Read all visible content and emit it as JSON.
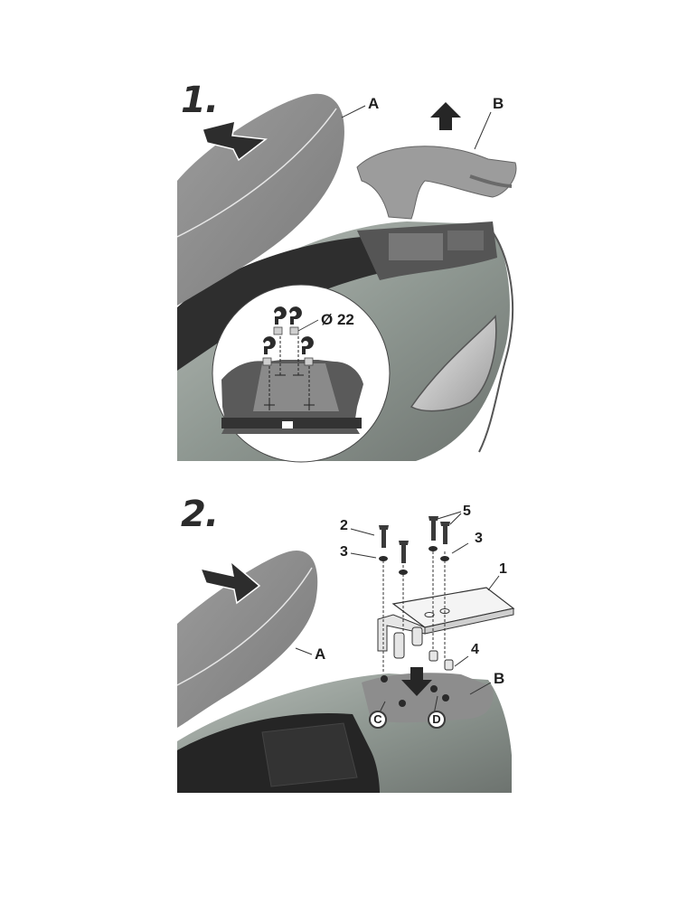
{
  "steps": [
    {
      "number": "1.",
      "labels": {
        "seat": "A",
        "cover": "B",
        "bolt_diameter": "Ø 22"
      },
      "actions": [
        "remove-seat-arrow",
        "lift-cover-arrow"
      ]
    },
    {
      "number": "2.",
      "labels": {
        "seat": "A",
        "cover": "B",
        "bolt": "2",
        "washer_left": "3",
        "washer_right": "3",
        "bolts_pair": "5",
        "plate": "1",
        "spacers": "4",
        "mount_point_c": "C",
        "mount_point_d": "D"
      },
      "actions": [
        "install-seat-arrow",
        "mount-plate-arrow"
      ]
    }
  ],
  "colors": {
    "seat": "#8a8a8a",
    "body_panel": "#9aa39c",
    "dark": "#2a2a2a",
    "line": "#3c3c3c",
    "arrow": "#2d2d2d"
  }
}
